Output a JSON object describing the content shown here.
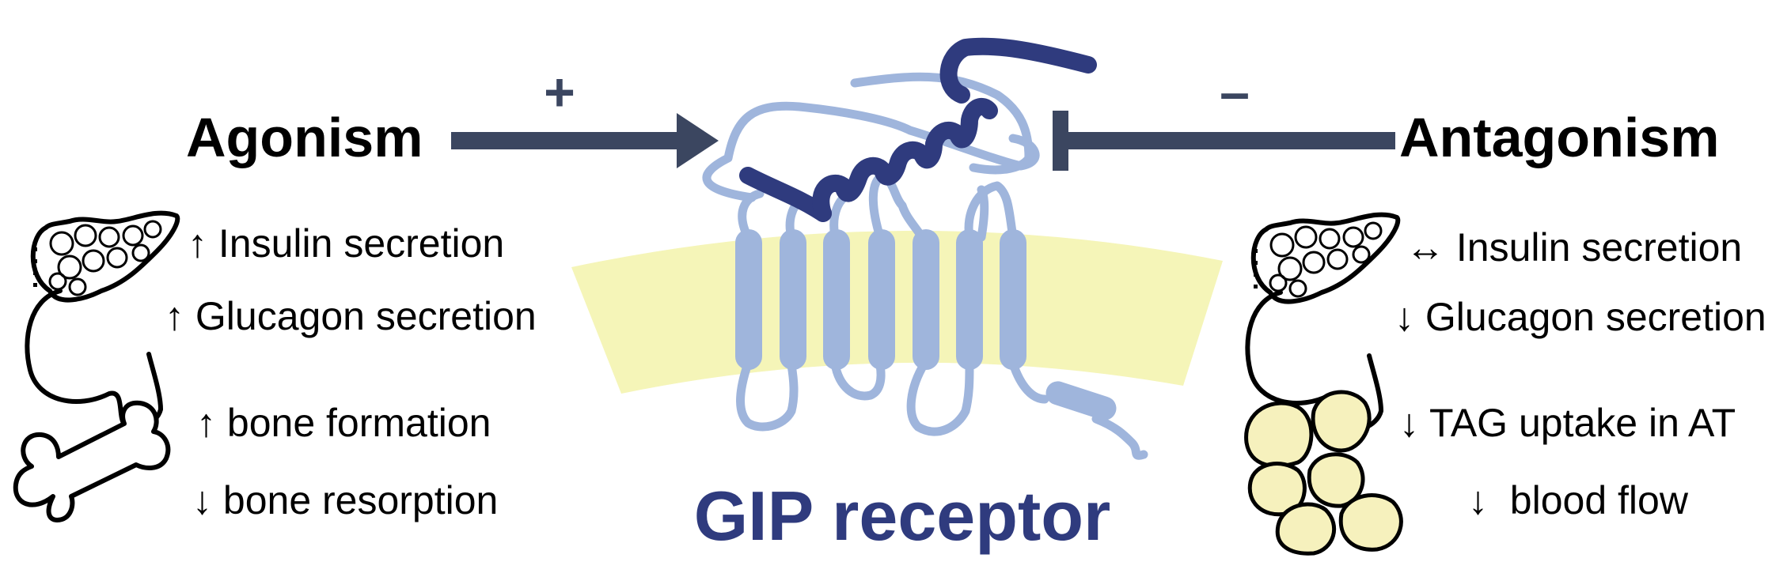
{
  "colors": {
    "arrow": "#3b4660",
    "receptor_light": "#9fb5dc",
    "receptor_dark": "#2f3b7e",
    "membrane": "#f5f5b8",
    "pancreas_fill": "#e49a43",
    "fat_fill": "#f6f1bd"
  },
  "left": {
    "heading": "Agonism",
    "sign": "+",
    "effects": [
      "↑ Insulin secretion",
      "↑ Glucagon secretion",
      "↑ bone formation",
      "↓ bone resorption"
    ]
  },
  "right": {
    "heading": "Antagonism",
    "sign": "–",
    "effects": [
      "↔ Insulin secretion",
      "↓ Glucagon secretion",
      "↓ TAG uptake in AT",
      "↓  blood flow"
    ]
  },
  "center": {
    "receptor_label": "GIP receptor"
  },
  "icons": [
    "pancreas-icon",
    "bone-icon",
    "adipocytes-icon"
  ]
}
